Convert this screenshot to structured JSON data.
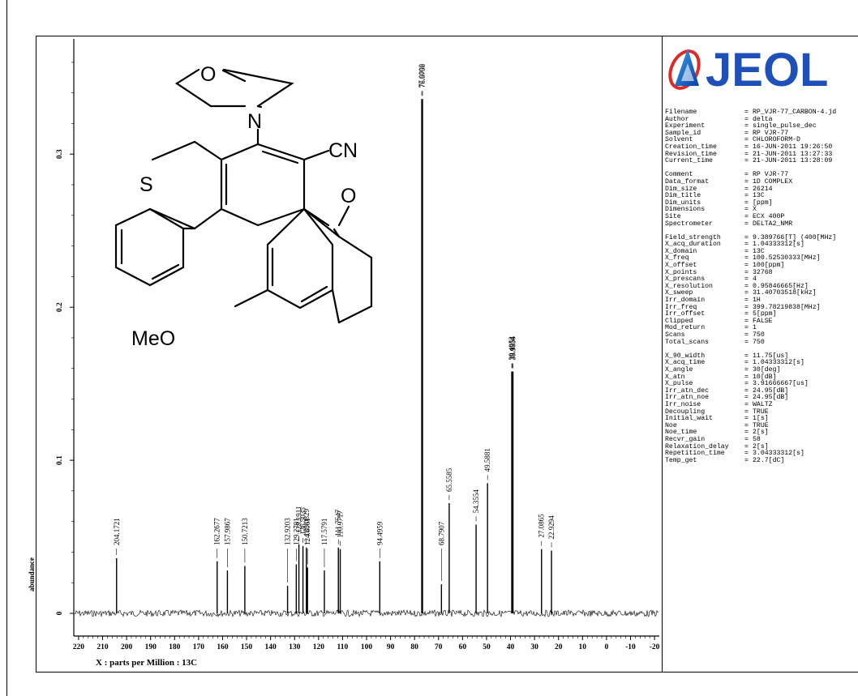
{
  "chart_data": {
    "type": "line",
    "title": "",
    "xlabel": "X : parts per Million : 13C",
    "ylabel": "abundance",
    "xlim": [
      222,
      -22
    ],
    "ylim": [
      -0.005,
      0.37
    ],
    "x_ticks": [
      220.0,
      210.0,
      200.0,
      190.0,
      180.0,
      170.0,
      160.0,
      150.0,
      140.0,
      130.0,
      120.0,
      110.0,
      100.0,
      90.0,
      80.0,
      70.0,
      60.0,
      50.0,
      40.0,
      30.0,
      20.0,
      10.0,
      0,
      -10.0,
      -20.0
    ],
    "y_ticks": [
      0,
      0.1,
      0.2,
      0.3
    ],
    "peaks": [
      {
        "ppm": 204.1721,
        "label": "204.1721",
        "intensity": 0.036
      },
      {
        "ppm": 162.2677,
        "label": "162.2677",
        "intensity": 0.034
      },
      {
        "ppm": 157.9867,
        "label": "157.9867",
        "intensity": 0.028
      },
      {
        "ppm": 150.7213,
        "label": "150.7213",
        "intensity": 0.031
      },
      {
        "ppm": 132.9203,
        "label": "132.9203",
        "intensity": 0.018
      },
      {
        "ppm": 129.2781,
        "label": "129.2781",
        "intensity": 0.032
      },
      {
        "ppm": 128.1911,
        "label": "128.1911",
        "intensity": 0.045
      },
      {
        "ppm": 126.5035,
        "label": "126.5035",
        "intensity": 0.044
      },
      {
        "ppm": 125.0829,
        "label": "125.0829",
        "intensity": 0.043
      },
      {
        "ppm": 124.6061,
        "label": "124.6061",
        "intensity": 0.03
      },
      {
        "ppm": 117.5791,
        "label": "117.5791",
        "intensity": 0.028
      },
      {
        "ppm": 111.7547,
        "label": "111.7547",
        "intensity": 0.043
      },
      {
        "ppm": 110.9717,
        "label": "110.9717",
        "intensity": 0.042
      },
      {
        "ppm": 94.4959,
        "label": "94.4959",
        "intensity": 0.034
      },
      {
        "ppm": 77.0,
        "label": "77.0000",
        "intensity": 0.336
      },
      {
        "ppm": 76.6758,
        "label": "76.6758",
        "intensity": 0.336
      },
      {
        "ppm": 68.7907,
        "label": "68.7907",
        "intensity": 0.019
      },
      {
        "ppm": 65.5585,
        "label": "65.5585",
        "intensity": 0.072
      },
      {
        "ppm": 54.3554,
        "label": "54.3554",
        "intensity": 0.058
      },
      {
        "ppm": 49.5881,
        "label": "49.5881",
        "intensity": 0.085
      },
      {
        "ppm": 39.4952,
        "label": "39.4952",
        "intensity": 0.158
      },
      {
        "ppm": 39.1954,
        "label": "39.1954",
        "intensity": 0.158
      },
      {
        "ppm": 38.9856,
        "label": "38.9856",
        "intensity": 0.158
      },
      {
        "ppm": 27.0865,
        "label": "27.0865",
        "intensity": 0.042
      },
      {
        "ppm": 22.9294,
        "label": "22.9294",
        "intensity": 0.041
      }
    ],
    "grid": false
  },
  "structure": {
    "labels": {
      "o_ring": "O",
      "n_atom": "N",
      "s_atom": "S",
      "cn": "CN",
      "o_ketone": "O",
      "methoxy": "MeO"
    }
  },
  "logo": {
    "brand": "JEOL"
  },
  "params": {
    "group1": [
      {
        "k": "Filename",
        "v": "RP_VJR-77_CARBON-4.jd"
      },
      {
        "k": "Author",
        "v": "delta"
      },
      {
        "k": "Experiment",
        "v": "single_pulse_dec"
      },
      {
        "k": "Sample_id",
        "v": "RP VJR-77"
      },
      {
        "k": "Solvent",
        "v": "CHLOROFORM-D"
      },
      {
        "k": "Creation_time",
        "v": "16-JUN-2011 19:26:50"
      },
      {
        "k": "Revision_time",
        "v": "21-JUN-2011 13:27:33"
      },
      {
        "k": "Current_time",
        "v": "21-JUN-2011 13:28:09"
      }
    ],
    "group2": [
      {
        "k": "Comment",
        "v": "RP VJR-77"
      },
      {
        "k": "Data_format",
        "v": "1D COMPLEX"
      },
      {
        "k": "Dim_size",
        "v": "26214"
      },
      {
        "k": "Dim_title",
        "v": "13C"
      },
      {
        "k": "Dim_units",
        "v": "[ppm]"
      },
      {
        "k": "Dimensions",
        "v": "X"
      },
      {
        "k": "Site",
        "v": "ECX 400P"
      },
      {
        "k": "Spectrometer",
        "v": "DELTA2_NMR"
      }
    ],
    "group3": [
      {
        "k": "Field_strength",
        "v": "9.389766[T] (400[MHz]"
      },
      {
        "k": "X_acq_duration",
        "v": "1.04333312[s]"
      },
      {
        "k": "X_domain",
        "v": "13C"
      },
      {
        "k": "X_freq",
        "v": "100.52530333[MHz]"
      },
      {
        "k": "X_offset",
        "v": "100[ppm]"
      },
      {
        "k": "X_points",
        "v": "32768"
      },
      {
        "k": "X_prescans",
        "v": "4"
      },
      {
        "k": "X_resolution",
        "v": "0.95846665[Hz]"
      },
      {
        "k": "X_sweep",
        "v": "31.40703518[kHz]"
      },
      {
        "k": "Irr_domain",
        "v": "1H"
      },
      {
        "k": "Irr_freq",
        "v": "399.78219838[MHz]"
      },
      {
        "k": "Irr_offset",
        "v": "5[ppm]"
      },
      {
        "k": "Clipped",
        "v": "FALSE"
      },
      {
        "k": "Mod_return",
        "v": "1"
      },
      {
        "k": "Scans",
        "v": "750"
      },
      {
        "k": "Total_scans",
        "v": "750"
      }
    ],
    "group4": [
      {
        "k": "X_90_width",
        "v": "11.75[us]"
      },
      {
        "k": "X_acq_time",
        "v": "1.04333312[s]"
      },
      {
        "k": "X_angle",
        "v": "30[deg]"
      },
      {
        "k": "X_atn",
        "v": "10[dB]"
      },
      {
        "k": "X_pulse",
        "v": "3.91666667[us]"
      },
      {
        "k": "Irr_atn_dec",
        "v": "24.95[dB]"
      },
      {
        "k": "Irr_atn_noe",
        "v": "24.95[dB]"
      },
      {
        "k": "Irr_noise",
        "v": "WALTZ"
      },
      {
        "k": "Decoupling",
        "v": "TRUE"
      },
      {
        "k": "Initial_wait",
        "v": "1[s]"
      },
      {
        "k": "Noe",
        "v": "TRUE"
      },
      {
        "k": "Noe_time",
        "v": "2[s]"
      },
      {
        "k": "Recvr_gain",
        "v": "58"
      },
      {
        "k": "Relaxation_delay",
        "v": "2[s]"
      },
      {
        "k": "Repetition_time",
        "v": "3.04333312[s]"
      },
      {
        "k": "Temp_get",
        "v": "22.7[dC]"
      }
    ]
  }
}
